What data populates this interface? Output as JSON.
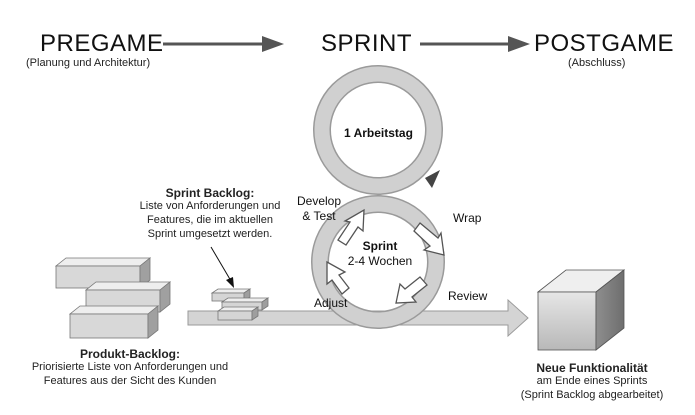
{
  "phases": {
    "pregame": {
      "title": "PREGAME",
      "subtitle": "(Planung und Architektur)"
    },
    "sprint": {
      "title": "SPRINT"
    },
    "postgame": {
      "title": "POSTGAME",
      "subtitle": "(Abschluss)"
    }
  },
  "loop": {
    "top_label": "1 Arbeitstag",
    "bottom_title": "Sprint",
    "bottom_subtitle": "2-4 Wochen",
    "steps": [
      "Develop",
      "& Test",
      "Wrap",
      "Review",
      "Adjust"
    ]
  },
  "sprint_backlog": {
    "title": "Sprint Backlog:",
    "lines": [
      "Liste von Anforderungen und",
      "Features, die im aktuellen",
      "Sprint umgesetzt werden."
    ]
  },
  "product_backlog": {
    "title": "Produkt-Backlog:",
    "lines": [
      "Priorisierte Liste von Anforderungen und",
      "Features aus der Sicht des Kunden"
    ]
  },
  "result": {
    "title": "Neue Funktionalität",
    "lines": [
      "am Ende eines Sprints",
      "(Sprint Backlog abgearbeitet)"
    ]
  },
  "colors": {
    "ring": "#c8c8c8",
    "ring_edge": "#9a9a9a",
    "box_face": "#dcdcdc",
    "box_top": "#eeeeee",
    "box_side": "#a9a9a9",
    "arrow": "#555555"
  }
}
